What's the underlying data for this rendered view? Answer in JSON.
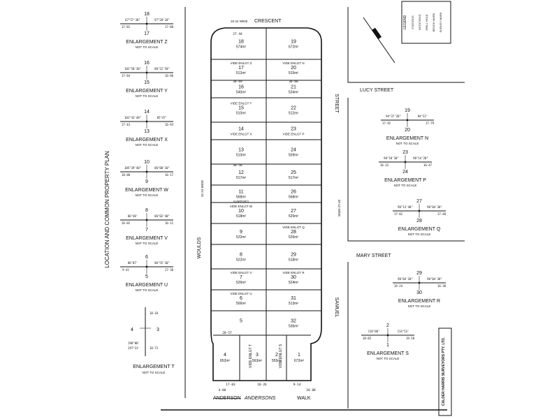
{
  "left_enlargements": [
    {
      "lots": [
        "18",
        "17"
      ],
      "label": "ENLARGEMENT Z",
      "note": "NOT TO SCALE",
      "b1": "67°57'30\"",
      "b2": "97°28'10\"",
      "d1": "17-81",
      "d2": "17-08"
    },
    {
      "lots": [
        "16",
        "15"
      ],
      "label": "ENLARGEMENT Y",
      "note": "NOT TO SCALE",
      "b1": "101°50'30\"",
      "b2": "86°22'50\"",
      "d1": "17-84",
      "d2": "16-96"
    },
    {
      "lots": [
        "14",
        "13"
      ],
      "label": "ENLARGEMENT X",
      "note": "NOT TO SCALE",
      "b1": "101°43'40\"",
      "b2": "85°47'",
      "d1": "17-43",
      "d2": "16-93"
    },
    {
      "lots": [
        "10",
        "9"
      ],
      "label": "ENLARGEMENT W",
      "note": "NOT TO SCALE",
      "b1": "105°39'40\"",
      "b2": "86°08'10\"",
      "d1": "18-08",
      "d2": "16-17"
    },
    {
      "lots": [
        "8",
        "7"
      ],
      "label": "ENLARGEMENT V",
      "note": "NOT TO SCALE",
      "b1": "86°48'",
      "b2": "86°02'40\"",
      "d1": "16-02",
      "d2": "16-11"
    },
    {
      "lots": [
        "6",
        "5"
      ],
      "label": "ENLARGEMENT U",
      "note": "NOT TO SCALE",
      "b1": "86°07'",
      "b2": "86°55'30\"",
      "d1": "9-42",
      "d2": "17-30"
    }
  ],
  "enlargement_t": {
    "lots": [
      "4",
      "3"
    ],
    "label": "ENLARGEMENT T",
    "note": "NOT TO SCALE",
    "b1": "298°08'",
    "b2": "297°31'",
    "d1": "18-18",
    "d2": "18-73"
  },
  "right_enlargements": [
    {
      "lots": [
        "19",
        "20"
      ],
      "label": "ENLARGEMENT N",
      "note": "NOT TO SCALE",
      "b1": "94°37'20\"",
      "b2": "94°22'",
      "d1": "17-92",
      "d2": "17-79"
    },
    {
      "lots": [
        "23",
        "24"
      ],
      "label": "ENLARGEMENT P",
      "note": "NOT TO SCALE",
      "b1": "96°18'30\"",
      "b2": "96°14'20\"",
      "d1": "16-33",
      "d2": "16-47"
    },
    {
      "lots": [
        "27",
        "28"
      ],
      "label": "ENLARGEMENT Q",
      "note": "NOT TO SCALE",
      "b1": "96°13'40\"",
      "b2": "96°04'30\"",
      "d1": "17-02",
      "d2": "17-48"
    },
    {
      "lots": [
        "29",
        "30"
      ],
      "label": "ENLARGEMENT R",
      "note": "NOT TO SCALE",
      "b1": "96°04'20\"",
      "b2": "96°04'30\"",
      "d1": "16-24",
      "d2": "16-30"
    },
    {
      "lots": [
        "2",
        "1"
      ],
      "label": "ENLARGEMENT S",
      "note": "NOT TO SCALE",
      "b1": "116°08'",
      "b2": "114°53'",
      "d1": "18-05",
      "d2": "19-58"
    }
  ],
  "streets": {
    "crescent": "CRESCENT",
    "crescent_width": "15·24 WIDE",
    "lucy": "LUCY STREET",
    "mary": "MARY STREET",
    "samuel": "SAMUEL",
    "street": "STREET",
    "street_width": "20·12 WIDE",
    "woulds": "WOULDS",
    "woulds_width": "15·24 WIDE",
    "anderson_old": "ANDERSON",
    "andersons": "ANDERSONS",
    "walk": "WALK"
  },
  "plan_title": "LOCATION AND COMMON PROPERTY PLAN",
  "lots_left": [
    {
      "n": "18",
      "a": "574m²"
    },
    {
      "n": "17",
      "a": "512m²",
      "vide": "VIDE ENLGT Z"
    },
    {
      "n": "16",
      "a": "540m²"
    },
    {
      "n": "15",
      "a": "510m²",
      "vide": "VIDE ENLGT Y"
    },
    {
      "n": "14",
      "a": "",
      "vide": "VIDE ENLGT X"
    },
    {
      "n": "13",
      "a": "510m²"
    },
    {
      "n": "12",
      "a": "517m²"
    },
    {
      "n": "11",
      "a": "568m²",
      "note": "(CARPORT)"
    },
    {
      "n": "10",
      "a": "518m²",
      "vide": "VIDE ENLGT W"
    },
    {
      "n": "9",
      "a": "522m²"
    },
    {
      "n": "8",
      "a": "522m²"
    },
    {
      "n": "7",
      "a": "526m²",
      "vide": "VIDE ENLGT V"
    },
    {
      "n": "6",
      "a": "506m²",
      "vide": "VIDE ENLGT U"
    },
    {
      "n": "5",
      "a": ""
    }
  ],
  "lots_right": [
    {
      "n": "19",
      "a": "672m²"
    },
    {
      "n": "20",
      "a": "515m²",
      "vide": "VIDE ENLGT N"
    },
    {
      "n": "21",
      "a": "534m²"
    },
    {
      "n": "22",
      "a": "512m²"
    },
    {
      "n": "23",
      "a": "",
      "vide": "VIDE ENLGT P"
    },
    {
      "n": "24",
      "a": "509m²"
    },
    {
      "n": "25",
      "a": "517m²"
    },
    {
      "n": "26",
      "a": "568m²"
    },
    {
      "n": "27",
      "a": "525m²"
    },
    {
      "n": "28",
      "a": "526m²",
      "vide": "VIDE ENLGT Q"
    },
    {
      "n": "29",
      "a": "518m²"
    },
    {
      "n": "30",
      "a": "524m²",
      "vide": "VIDE ENLGT R"
    },
    {
      "n": "31",
      "a": "513m²"
    },
    {
      "n": "32",
      "a": "536m²"
    }
  ],
  "bottom_lots": [
    {
      "n": "4",
      "a": "652m²"
    },
    {
      "n": "3",
      "a": "563m²"
    },
    {
      "n": "2",
      "a": "555m²"
    },
    {
      "n": "1",
      "a": "672m²"
    }
  ],
  "dims": {
    "top": "27·44",
    "mid1": "36·69",
    "mid2": "36·68",
    "mid3": "36·58",
    "bot1": "20·57",
    "bot2": "17·03",
    "bot3": "18·26",
    "walk1": "9·14",
    "walk2": "4·88",
    "walk3": "24·88"
  },
  "vide_s": "VIDE ENLGT S",
  "vide_t": "VIDE ENLGT T",
  "surveyor": "CALDER HARRIS SURVEYORS PTY. LTD.",
  "legend": {
    "title": "LEGEND",
    "lines": [
      "STATIONS",
      "NOTATIONS",
      "DRILL HOLE",
      "BENCH MARK",
      "SURVEY MARK"
    ]
  }
}
